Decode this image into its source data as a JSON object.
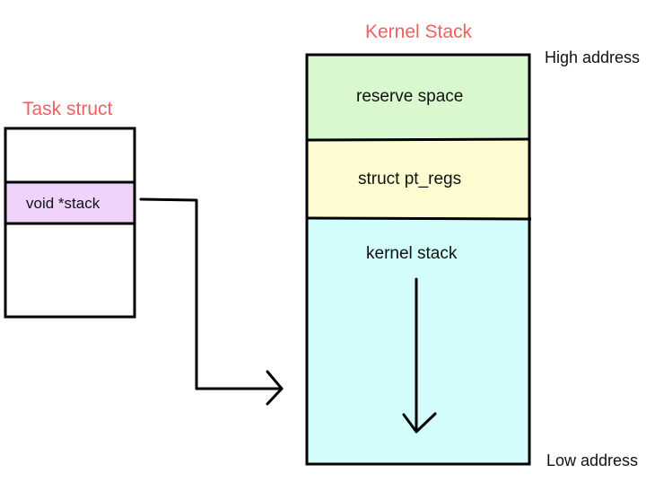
{
  "task_struct": {
    "title": "Task struct",
    "field_label": "void *stack"
  },
  "kernel_stack": {
    "title": "Kernel Stack",
    "high_address_label": "High address",
    "low_address_label": "Low address",
    "regions": [
      {
        "label": "reserve space",
        "color": "#d9f8d0"
      },
      {
        "label": "struct pt_regs",
        "color": "#fdfcd0"
      },
      {
        "label": "kernel stack",
        "color": "#d3fcfd"
      }
    ]
  },
  "colors": {
    "title_red": "#f06060",
    "field_fill": "#f0d3fb",
    "stroke": "#000000"
  }
}
